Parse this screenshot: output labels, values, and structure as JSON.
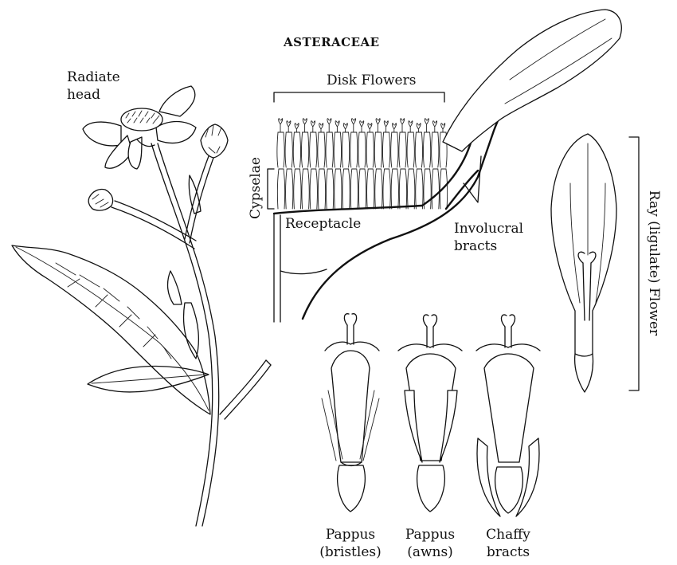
{
  "title": "ASTERACEAE",
  "labels": {
    "radiate_head_line1": "Radiate",
    "radiate_head_line2": "head",
    "disk_flowers": "Disk Flowers",
    "cypselae": "Cypselae",
    "receptacle": "Receptacle",
    "involucral_line1": "Involucral",
    "involucral_line2": "bracts",
    "ray_flower": "Ray (ligulate) Flower",
    "pappus_bristles_line1": "Pappus",
    "pappus_bristles_line2": "(bristles)",
    "pappus_awns_line1": "Pappus",
    "pappus_awns_line2": "(awns)",
    "chaffy_line1": "Chaffy",
    "chaffy_line2": "bracts"
  }
}
